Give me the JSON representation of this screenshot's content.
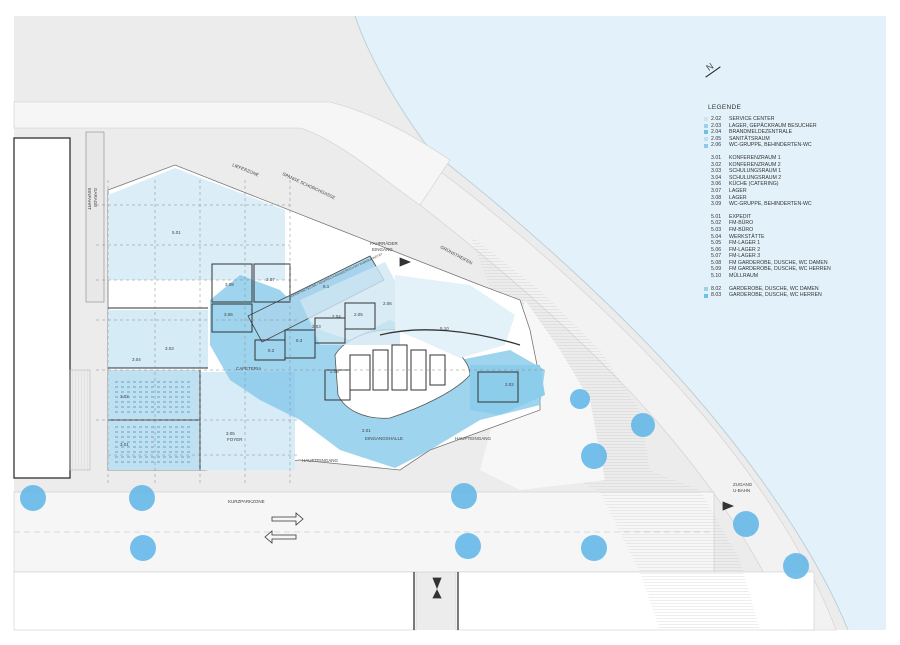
{
  "north": "N",
  "legend": {
    "title": "LEGENDE",
    "groups": [
      [
        {
          "code": "2.02",
          "label": "SERVICE CENTER",
          "color": "#cfe3ef"
        },
        {
          "code": "2.03",
          "label": "LAGER, GEPÄCKRAUM BESUCHER",
          "color": "#9fd0ea"
        },
        {
          "code": "2.04",
          "label": "BRANDMELDEZENTRALE",
          "color": "#6cc0ea"
        },
        {
          "code": "2.05",
          "label": "SANITÄTSRAUM",
          "color": "#bfe0f0"
        },
        {
          "code": "2.06",
          "label": "WC-GRUPPE, BEHINDERTEN-WC",
          "color": "#8fcbe8"
        }
      ],
      [
        {
          "code": "3.01",
          "label": "KONFERENZRAUM 1",
          "color": ""
        },
        {
          "code": "3.02",
          "label": "KONFERENZRAUM 2",
          "color": ""
        },
        {
          "code": "3.03",
          "label": "SCHULUNGSRAUM 1",
          "color": ""
        },
        {
          "code": "3.04",
          "label": "SCHULUNGSRAUM 2",
          "color": ""
        },
        {
          "code": "3.06",
          "label": "KÜCHE (CATERING)",
          "color": ""
        },
        {
          "code": "3.07",
          "label": "LAGER",
          "color": ""
        },
        {
          "code": "3.08",
          "label": "LAGER",
          "color": ""
        },
        {
          "code": "3.09",
          "label": "WC-GRUPPE, BEHINDERTEN-WC",
          "color": ""
        }
      ],
      [
        {
          "code": "5.01",
          "label": "EXPEDIT",
          "color": ""
        },
        {
          "code": "5.02",
          "label": "FM-BÜRO",
          "color": ""
        },
        {
          "code": "5.03",
          "label": "FM-BÜRO",
          "color": ""
        },
        {
          "code": "5.04",
          "label": "WERKSTÄTTE",
          "color": ""
        },
        {
          "code": "5.05",
          "label": "FM-LAGER 1",
          "color": ""
        },
        {
          "code": "5.06",
          "label": "FM-LAGER 2",
          "color": ""
        },
        {
          "code": "5.07",
          "label": "FM-LAGER 3",
          "color": ""
        },
        {
          "code": "5.08",
          "label": "FM GARDEROBE, DUSCHE, WC DAMEN",
          "color": ""
        },
        {
          "code": "5.09",
          "label": "FM GARDEROBE, DUSCHE, WC HERREN",
          "color": ""
        },
        {
          "code": "5.10",
          "label": "MÜLLRAUM",
          "color": ""
        }
      ],
      [
        {
          "code": "8.02",
          "label": "GARDEROBE, DUSCHE, WC DAMEN",
          "color": "#9fd0ea"
        },
        {
          "code": "8.03",
          "label": "GARDEROBE, DUSCHE, WC HERREN",
          "color": "#6cc0ea"
        }
      ]
    ]
  },
  "labels": {
    "einfahrt": "EINFAHRT",
    "garage": "GARAGE",
    "lieferzone": "LIEFERZONE",
    "strasse": "SPANGE SCHORCHGASSE",
    "fahrrad1": "FAHRRÄDER",
    "fahrrad2": "EINGANG",
    "gruen": "GRÜNSTREIFEN",
    "cafeteria": "CAFETERIA",
    "foyer": "FOYER",
    "hauptein1": "HAUPTEINGANG",
    "eingangshalle": "EINGANGSHALLE",
    "hauptein2": "HAUPTEINGANG",
    "kurzpark": "KURZPARKZONE",
    "zugang1": "ZUGANG",
    "zugang2": "U-BAHN",
    "band": "AUFENTHALTSZONE / BESPRECHUNGSBEREICH MIT BÜROKAPAZITÄT"
  },
  "rooms": {
    "r501": "5.01",
    "r308": "3.08",
    "r307": "3.07",
    "r306": "3.06",
    "r304": "3.04",
    "r302": "3.02",
    "r303": "3.03",
    "r301": "3.01",
    "r81": "8.1",
    "r82": "8.2",
    "r83": "8.3",
    "r203": "2.03",
    "r204": "2.04",
    "r205": "2.05",
    "r206": "2.06",
    "r510": "5.10",
    "r502": "2.02",
    "r201": "2.01",
    "r208": "2.08"
  }
}
